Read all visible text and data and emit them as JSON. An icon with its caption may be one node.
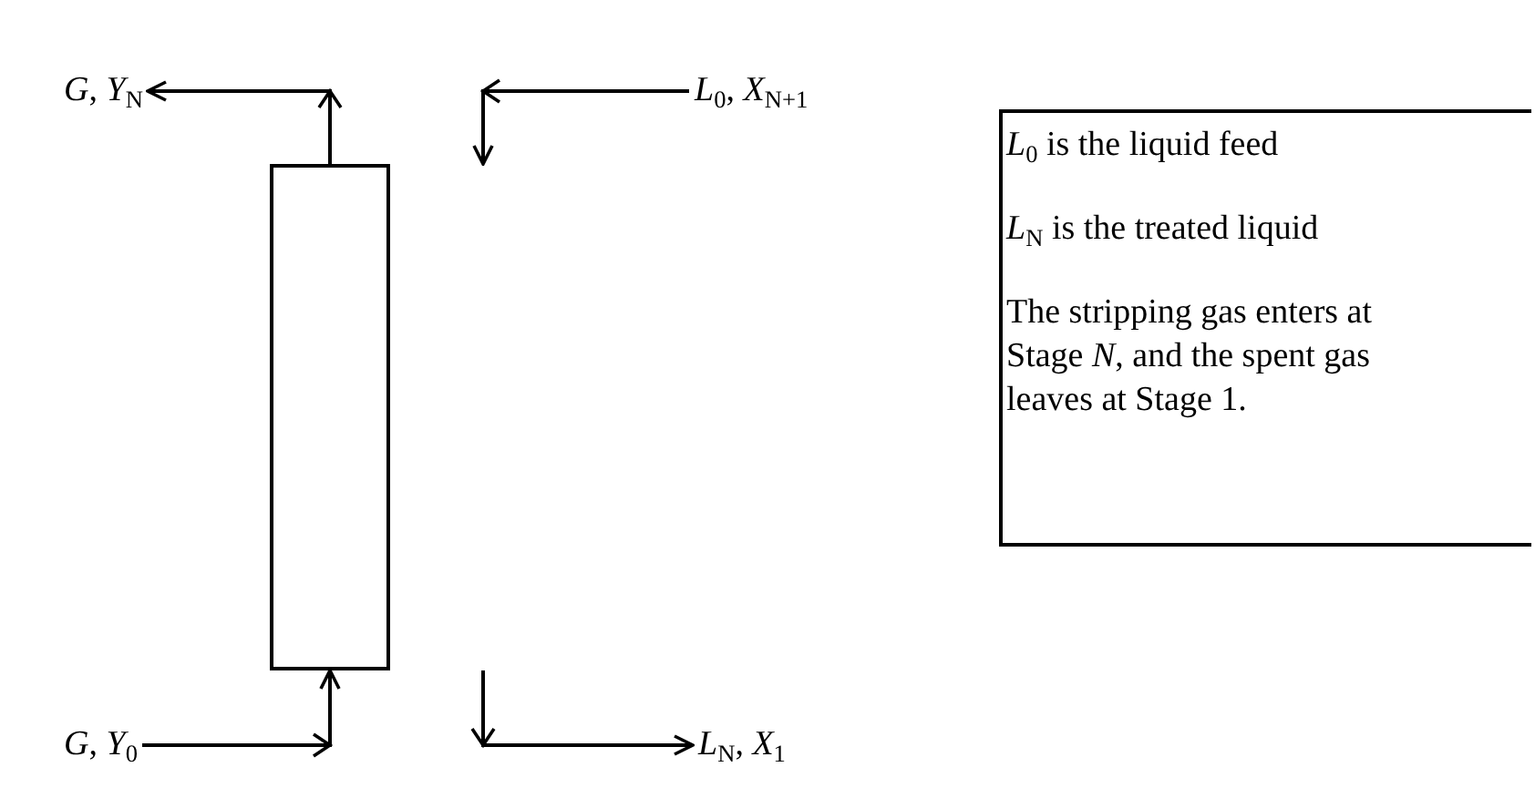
{
  "diagram": {
    "nodes": [
      {
        "text": [
          "*G*, *Y*$_{N}$"
        ]
      },
      {
        "text": [
          "*L*$_{0}$, *X*$_{N+1}$"
        ]
      },
      {
        "text": [],
        "shape": "box"
      },
      {
        "text": [
          "*L*$_{0}$ is the liquid feed",
          "*L*$_{N}$ is the treated liquid",
          "The stripping gas enters at Stage *N*, and the spent gas leaves at Stage 1."
        ]
      },
      {
        "text": [
          "*G*, *Y*$_{0}$"
        ]
      },
      {
        "text": [
          "*L*$_{N}$, *X*$_{1}$"
        ]
      }
    ],
    "edges": [
      {
        "from": 2,
        "to": 0,
        "arrow": "to"
      },
      {
        "from": 1,
        "to": 2,
        "arrow": "to"
      },
      {
        "from": 4,
        "to": 2,
        "arrow": "to"
      },
      {
        "from": 2,
        "to": 5,
        "arrow": "to"
      }
    ]
  }
}
